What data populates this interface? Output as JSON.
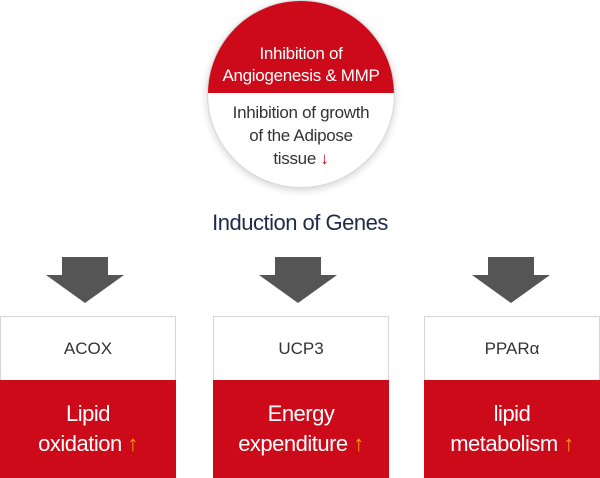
{
  "circle": {
    "top_line1": "Inhibition of",
    "top_line2": "Angiogenesis & MMP",
    "bottom_line1": "Inhibition of growth",
    "bottom_line2": "of the Adipose",
    "bottom_line3": "tissue",
    "bottom_arrow": "↓"
  },
  "heading": "Induction of Genes",
  "boxes": [
    {
      "gene": "ACOX",
      "effect_line1": "Lipid",
      "effect_line2": "oxidation",
      "arrow": "↑"
    },
    {
      "gene": "UCP3",
      "effect_line1": "Energy",
      "effect_line2": "expenditure",
      "arrow": "↑"
    },
    {
      "gene": "PPARα",
      "effect_line1": "lipid",
      "effect_line2": "metabolism",
      "arrow": "↑"
    }
  ],
  "colors": {
    "red": "#cc0a1a",
    "arrow_gray": "#555555",
    "up_arrow": "#f5a400",
    "heading": "#222a4a"
  },
  "icons": [
    "down-arrow-icon",
    "up-arrow-icon",
    "block-arrow-down-icon"
  ]
}
